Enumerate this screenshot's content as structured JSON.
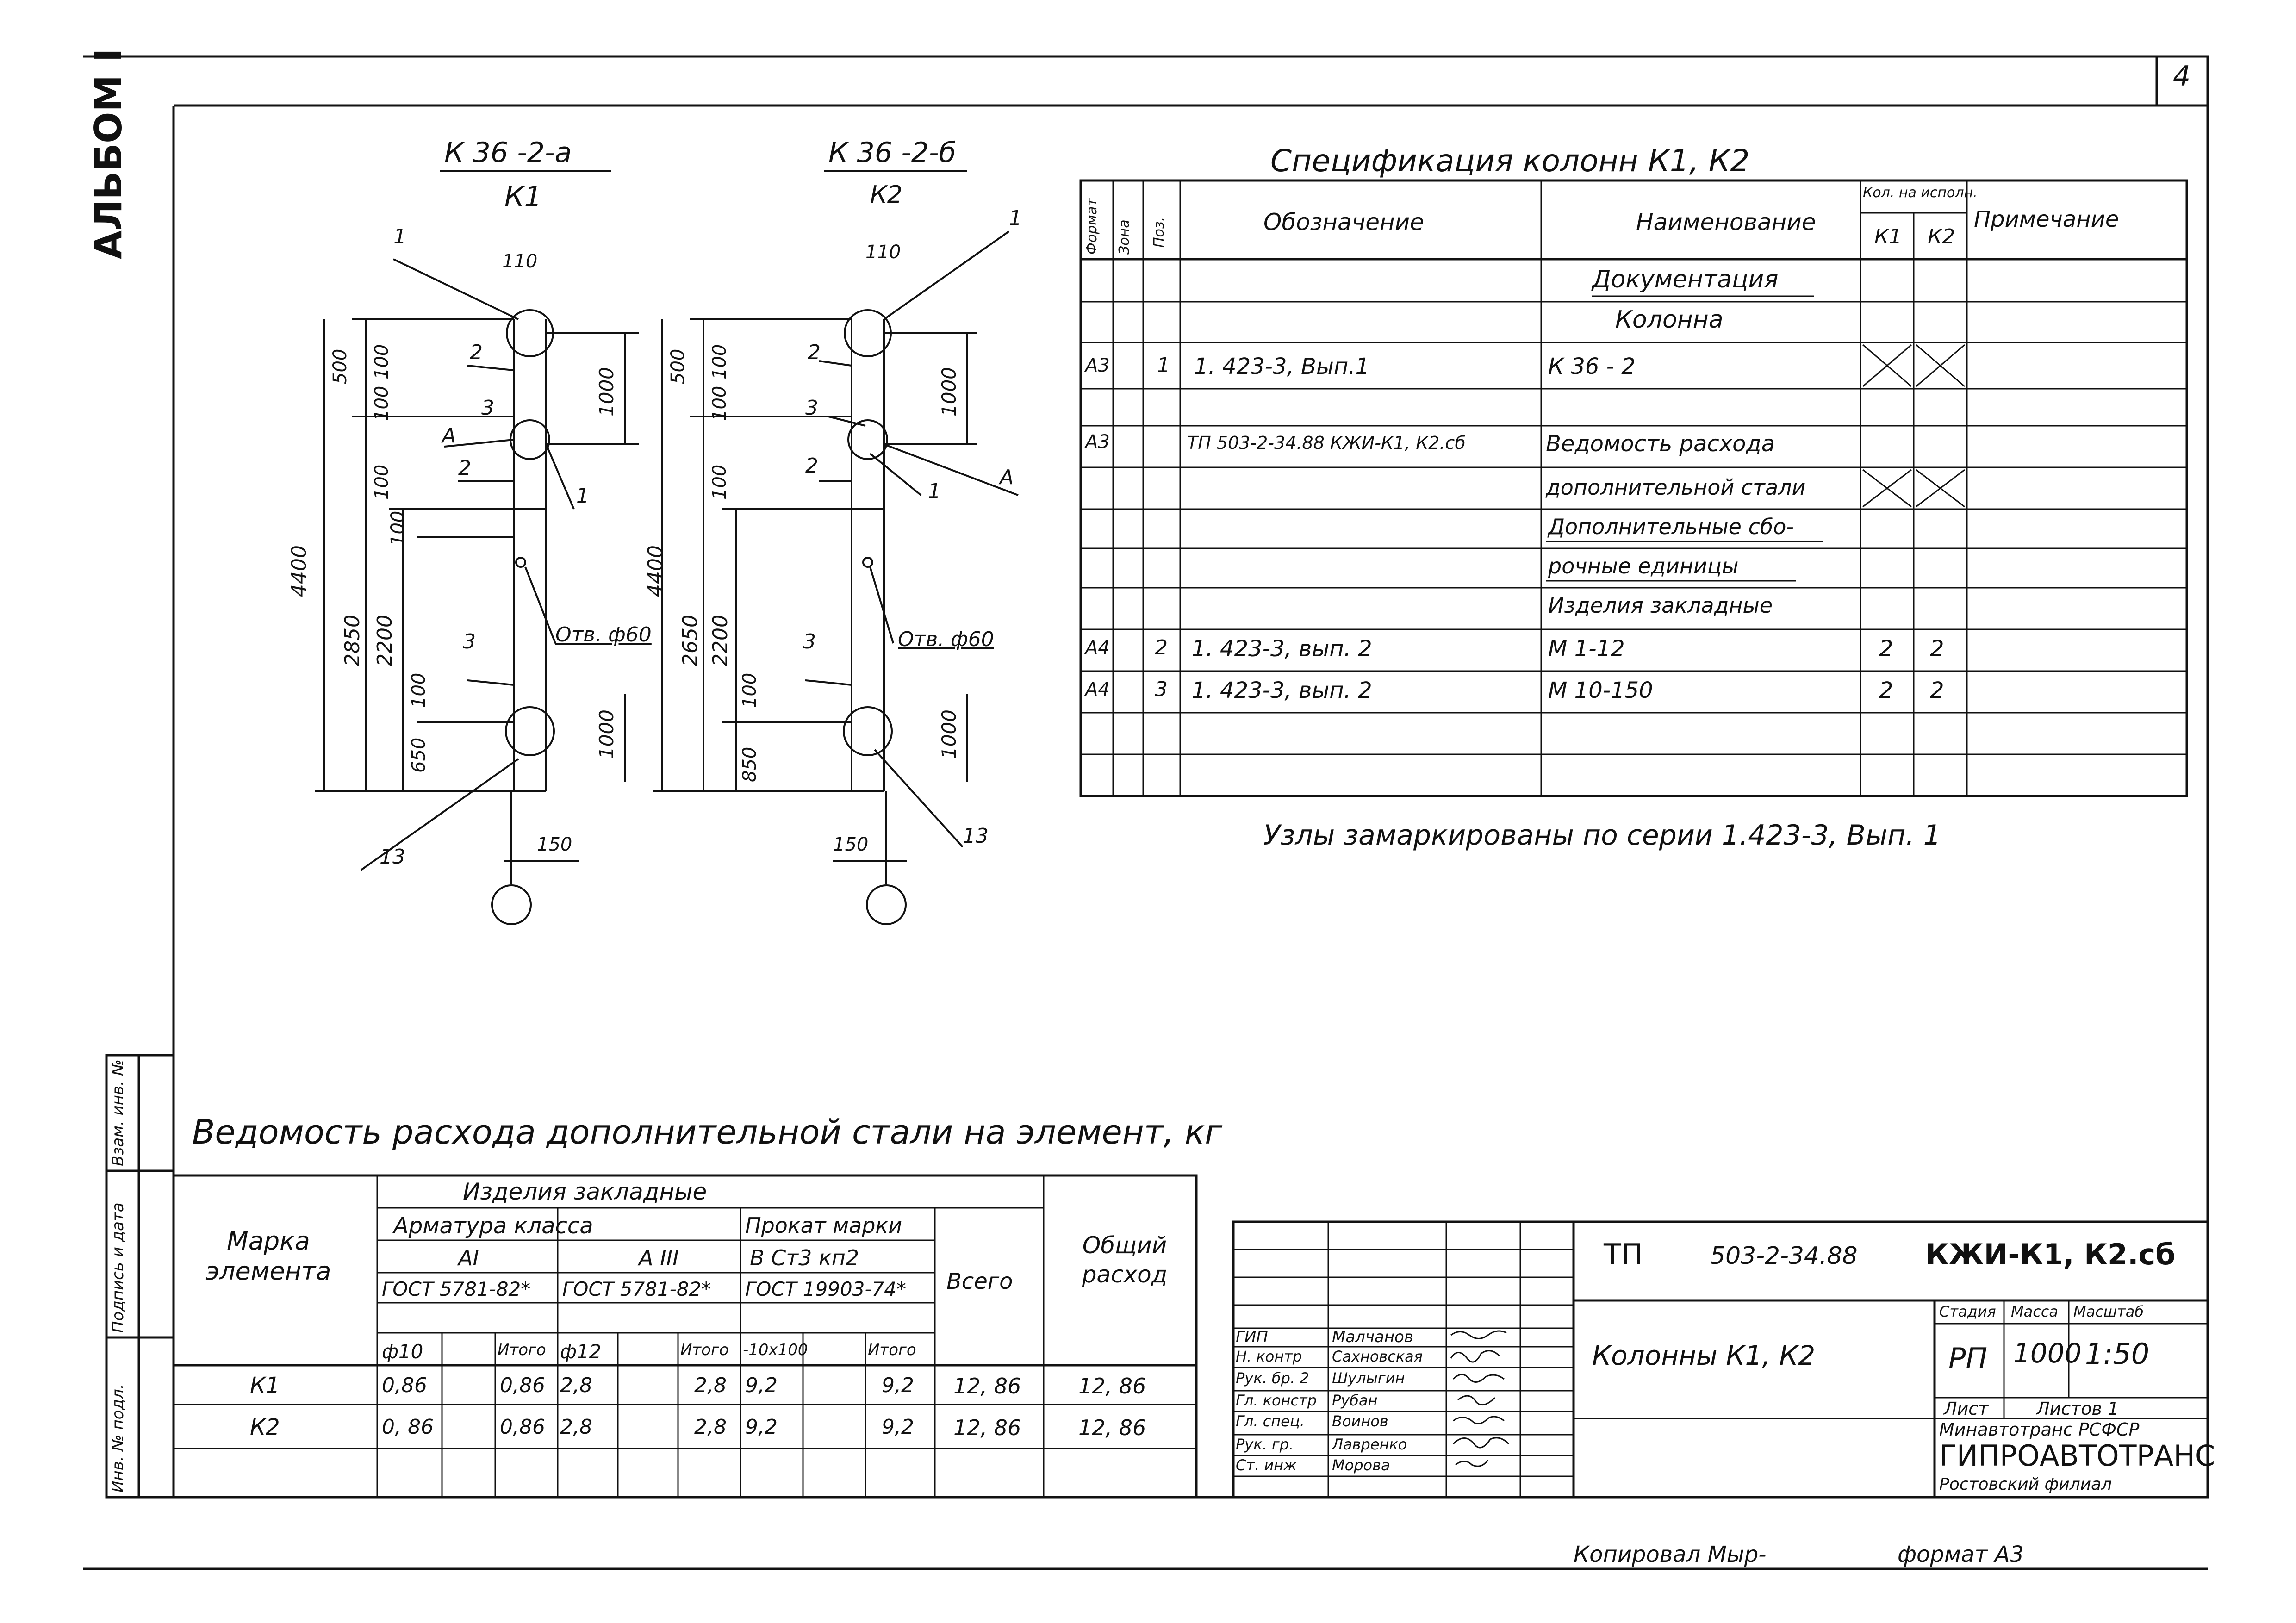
{
  "sheet": {
    "page_number": "4",
    "album_label": "АЛЬБОМ I",
    "copied_by": "Копировал Мыр-",
    "format": "формат А3"
  },
  "left_margin": {
    "inv_podl": "Инв. № подл.",
    "podpis_data": "Подпись и дата",
    "vzam_inv": "Взам. инв. №"
  },
  "drawings": {
    "k1": {
      "title": "К 36 -2-а",
      "subtitle": "К1",
      "dims": [
        "110",
        "500",
        "100",
        "100",
        "4400",
        "100",
        "100",
        "2850",
        "2200",
        "100",
        "650",
        "1000",
        "1000",
        "150"
      ],
      "callouts": [
        "1",
        "2",
        "3",
        "А",
        "2",
        "1",
        "3",
        "13"
      ],
      "hole": "Отв. ф60"
    },
    "k2": {
      "title": "К 36 -2-б",
      "subtitle": "К2",
      "dims": [
        "110",
        "500",
        "100",
        "100",
        "4400",
        "100",
        "2650",
        "2200",
        "100",
        "850",
        "1000",
        "1000",
        "150"
      ],
      "callouts": [
        "1",
        "2",
        "3",
        "А",
        "2",
        "1",
        "3",
        "13"
      ],
      "hole": "Отв. ф60"
    }
  },
  "spec": {
    "title": "Спецификация колонн К1, К2",
    "headers": {
      "format": "Формат",
      "zone": "Зона",
      "pos": "Поз.",
      "designation": "Обозначение",
      "name": "Наименование",
      "qty": "Кол. на исполн.",
      "k1": "К1",
      "k2": "К2",
      "note": "Примечание"
    },
    "rows": [
      {
        "format": "",
        "pos": "",
        "designation": "",
        "name": "Документация",
        "k1": "",
        "k2": ""
      },
      {
        "format": "",
        "pos": "",
        "designation": "",
        "name": "Колонна",
        "k1": "",
        "k2": ""
      },
      {
        "format": "А3",
        "pos": "1",
        "designation": "1. 423-3,   Вып.1",
        "name": "К 36 - 2",
        "k1": "",
        "k2": ""
      },
      {
        "format": "",
        "pos": "",
        "designation": "",
        "name": "",
        "k1": "",
        "k2": ""
      },
      {
        "format": "А3",
        "pos": "",
        "designation": "ТП 503-2-34.88 КЖИ-К1, К2.сб",
        "name": "Ведомость расхода",
        "k1": "",
        "k2": ""
      },
      {
        "format": "",
        "pos": "",
        "designation": "",
        "name": "дополнительной стали",
        "k1": "",
        "k2": ""
      },
      {
        "format": "",
        "pos": "",
        "designation": "",
        "name": "Дополнительные сбо-",
        "k1": "",
        "k2": ""
      },
      {
        "format": "",
        "pos": "",
        "designation": "",
        "name": "рочные единицы",
        "k1": "",
        "k2": ""
      },
      {
        "format": "",
        "pos": "",
        "designation": "",
        "name": "Изделия закладные",
        "k1": "",
        "k2": ""
      },
      {
        "format": "А4",
        "pos": "2",
        "designation": "1. 423-3,   вып. 2",
        "name": "М 1-12",
        "k1": "2",
        "k2": "2"
      },
      {
        "format": "А4",
        "pos": "3",
        "designation": "1. 423-3,   вып. 2",
        "name": "М 10-150",
        "k1": "2",
        "k2": "2"
      },
      {
        "format": "",
        "pos": "",
        "designation": "",
        "name": "",
        "k1": "",
        "k2": ""
      },
      {
        "format": "",
        "pos": "",
        "designation": "",
        "name": "",
        "k1": "",
        "k2": ""
      }
    ],
    "footnote": "Узлы   замаркированы   по   серии   1.423-3,  Вып. 1"
  },
  "vedomost": {
    "title": "Ведомость расхода дополнительной стали на элемент, кг",
    "headers": {
      "mark": "Марка элемента",
      "izdelia": "Изделия   закладные",
      "armatura": "Арматура   класса",
      "prokat": "Прокат  марки",
      "ai": "АI",
      "aiii": "А III",
      "vst": "В Ст3 кп2",
      "gost1": "ГОСТ 5781-82*",
      "gost2": "ГОСТ 5781-82*",
      "gost3": "ГОСТ 19903-74*",
      "f10": "ф10",
      "itogo1": "Итого",
      "f12": "ф12",
      "itogo2": "Итого",
      "b10": "-10х100",
      "itogo3": "Итого",
      "vsego": "Всего",
      "obshiy": "Общий расход"
    },
    "rows": [
      {
        "mark": "К1",
        "f10": "0,86",
        "it1": "0,86",
        "f12": "2,8",
        "it2": "2,8",
        "b": "9,2",
        "it3": "9,2",
        "vsego": "12, 86",
        "obsh": "12, 86"
      },
      {
        "mark": "К2",
        "f10": "0, 86",
        "it1": "0,86",
        "f12": "2,8",
        "it2": "2,8",
        "b": "9,2",
        "it3": "9,2",
        "vsego": "12, 86",
        "obsh": "12, 86"
      }
    ]
  },
  "titleblock": {
    "code_prefix": "ТП",
    "code_number": "503-2-34.88",
    "code_suffix": "КЖИ-К1, К2.сб",
    "object": "Колонны   К1,  К2",
    "stadia_h": "Стадия",
    "massa_h": "Масса",
    "masshtab_h": "Масштаб",
    "stadia": "РП",
    "massa": "1000",
    "masshtab": "1:50",
    "list": "Лист",
    "listov": "Листов 1",
    "org1": "Минавтотранс РСФСР",
    "org2": "ГИПРОАВТОТРАНС",
    "org3": "Ростовский филиал",
    "signatures": [
      {
        "role": "ГИП",
        "name": "Малчанов"
      },
      {
        "role": "Н. контр",
        "name": "Сахновская"
      },
      {
        "role": "Рук. бр. 2",
        "name": "Шулыгин"
      },
      {
        "role": "Гл. констр",
        "name": "Рубан"
      },
      {
        "role": "Гл. спец.",
        "name": "Воинов"
      },
      {
        "role": "Рук. гр.",
        "name": "Лавренко"
      },
      {
        "role": "Ст. инж",
        "name": "Морова"
      }
    ]
  }
}
